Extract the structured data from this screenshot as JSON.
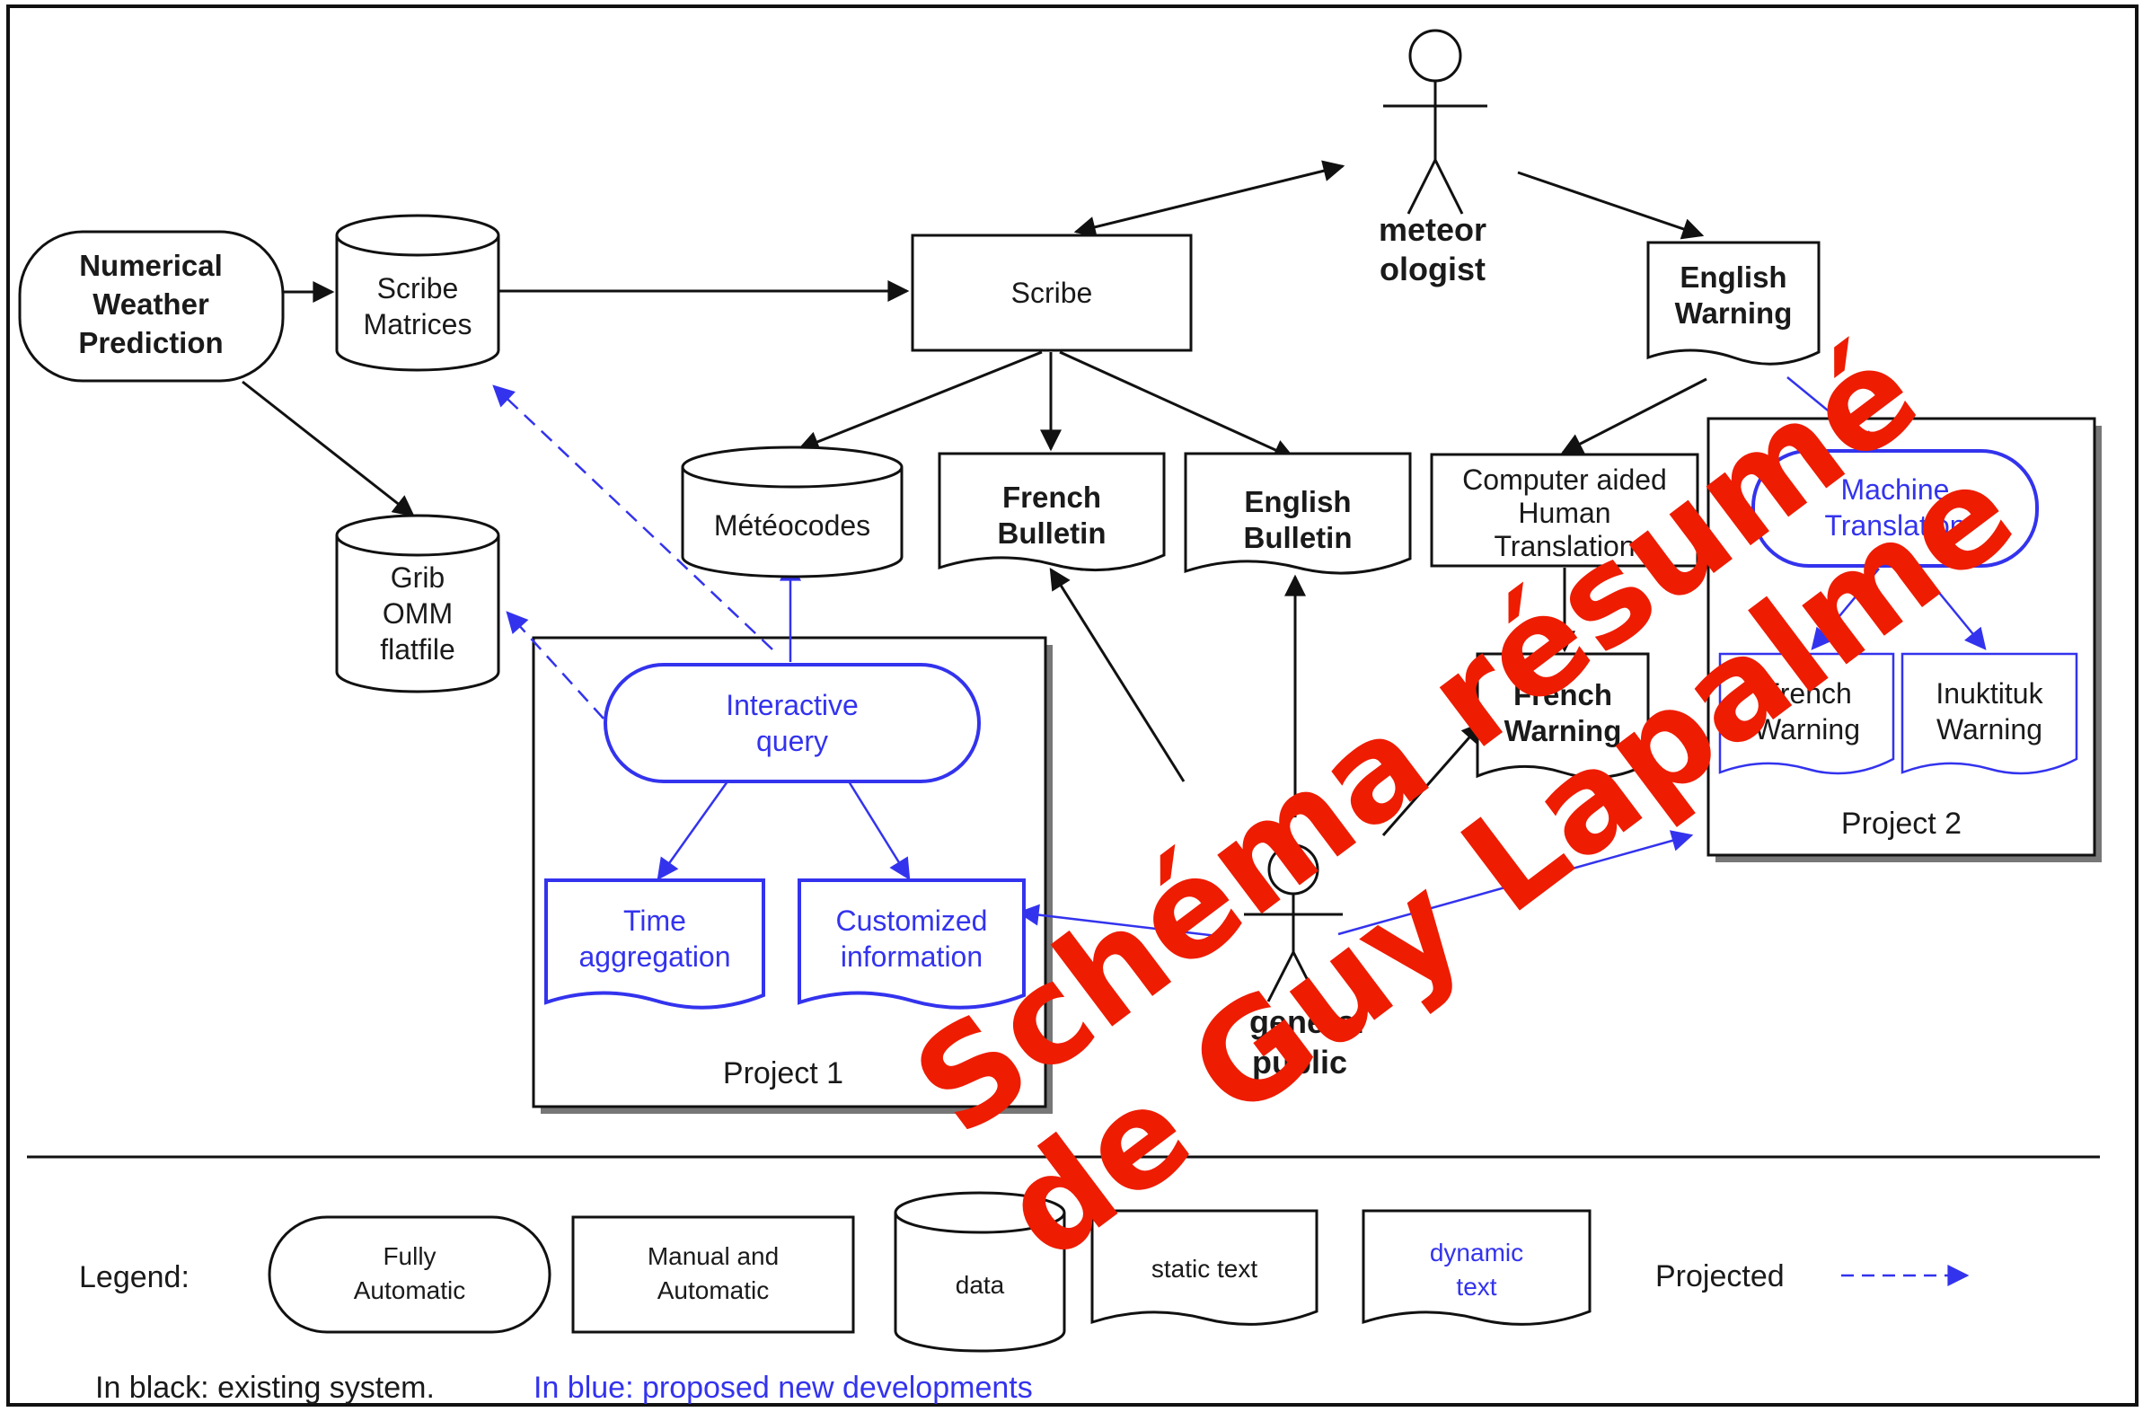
{
  "nodes": {
    "numerical": [
      "Numerical",
      "Weather",
      "Prediction"
    ],
    "scribe_matrices": [
      "Scribe",
      "Matrices"
    ],
    "scribe": "Scribe",
    "meteorologist": [
      "meteor",
      "ologist"
    ],
    "english_warning": [
      "English",
      "Warning"
    ],
    "grib": [
      "Grib",
      "OMM",
      "flatfile"
    ],
    "meteocodes": "Météocodes",
    "french_bulletin": [
      "French",
      "Bulletin"
    ],
    "english_bulletin": [
      "English",
      "Bulletin"
    ],
    "computer_aided": [
      "Computer aided",
      "Human",
      "Translation"
    ],
    "machine_translation": [
      "Machine",
      "Translation"
    ],
    "interactive_query": [
      "Interactive",
      "query"
    ],
    "french_warning_mid": [
      "French",
      "Warning"
    ],
    "french_warning_p2": [
      "French",
      "Warning"
    ],
    "inuktituk_warning": [
      "Inuktituk",
      "Warning"
    ],
    "time_aggregation": [
      "Time",
      "aggregation"
    ],
    "customized_info": [
      "Customized",
      "information"
    ],
    "general_public": [
      "general",
      "public"
    ],
    "project1": "Project 1",
    "project2": "Project 2"
  },
  "legend": {
    "title": "Legend:",
    "fully_automatic": [
      "Fully",
      "Automatic"
    ],
    "manual_automatic": [
      "Manual and",
      "Automatic"
    ],
    "data": "data",
    "static_text": "static text",
    "dynamic_text": [
      "dynamic",
      "text"
    ],
    "projected": "Projected"
  },
  "footer": {
    "black": "In black: existing system.",
    "blue": "In blue: proposed new developments"
  },
  "watermark": [
    "Schéma résumé",
    "de Guy Lapalme"
  ],
  "colors": {
    "existing": "#111111",
    "proposed": "#3333ee",
    "watermark": "#ee1c00"
  }
}
